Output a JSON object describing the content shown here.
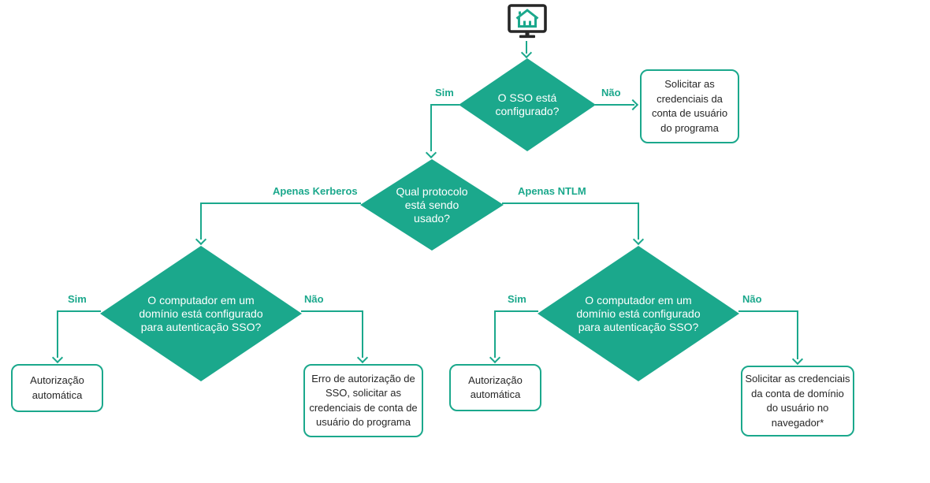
{
  "colors": {
    "accent": "#1ba88c",
    "monitor_frame": "#262626",
    "diamond_text": "#ffffff",
    "box_text": "#262626"
  },
  "icons": {
    "top": "monitor-home-icon"
  },
  "nodes": {
    "d1": {
      "text": "O SSO está\nconfigurado?"
    },
    "d2": {
      "text": "Qual protocolo\nestá sendo\nusado?"
    },
    "d3": {
      "text": "O computador em um\ndomínio está configurado\npara autenticação SSO?"
    },
    "d4": {
      "text": "O computador em um\ndomínio está configurado\npara autenticação SSO?"
    },
    "b1": {
      "text": "Solicitar as\ncredenciais da\nconta de usuário\ndo programa"
    },
    "b2": {
      "text": "Autorização\nautomática"
    },
    "b3": {
      "text": "Erro de autorização de\nSSO, solicitar as\ncredenciais de conta de\nusuário do programa"
    },
    "b4": {
      "text": "Autorização\nautomática"
    },
    "b5": {
      "text": "Solicitar as credenciais\nda conta de domínio\ndo usuário no\nnavegador*"
    }
  },
  "labels": {
    "d1_yes": "Sim",
    "d1_no": "Não",
    "d2_left": "Apenas Kerberos",
    "d2_right": "Apenas NTLM",
    "d3_yes": "Sim",
    "d3_no": "Não",
    "d4_yes": "Sim",
    "d4_no": "Não"
  }
}
